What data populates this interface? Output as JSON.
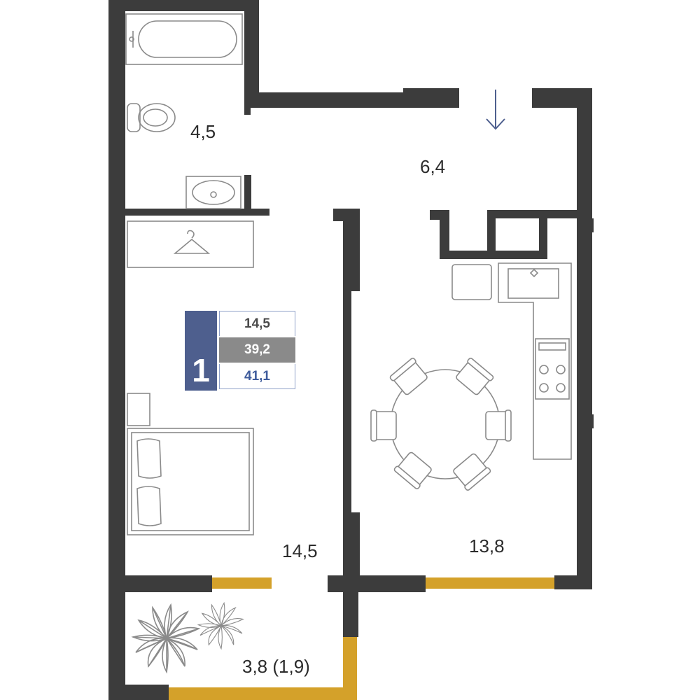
{
  "rooms": {
    "bathroom_area": "4,5",
    "hall_area": "6,4",
    "bedroom_area": "14,5",
    "kitchen_area": "13,8",
    "balcony_area": "3,8 (1,9)"
  },
  "legend": {
    "rooms_count": "1",
    "living_area": "14,5",
    "total_area": "39,2",
    "total_with_balcony": "41,1"
  },
  "colors": {
    "wall": "#3c3c3c",
    "glazing": "#d4a12a",
    "legend_accent": "#4e5f8e",
    "legend_mid": "#8a8a8a"
  }
}
